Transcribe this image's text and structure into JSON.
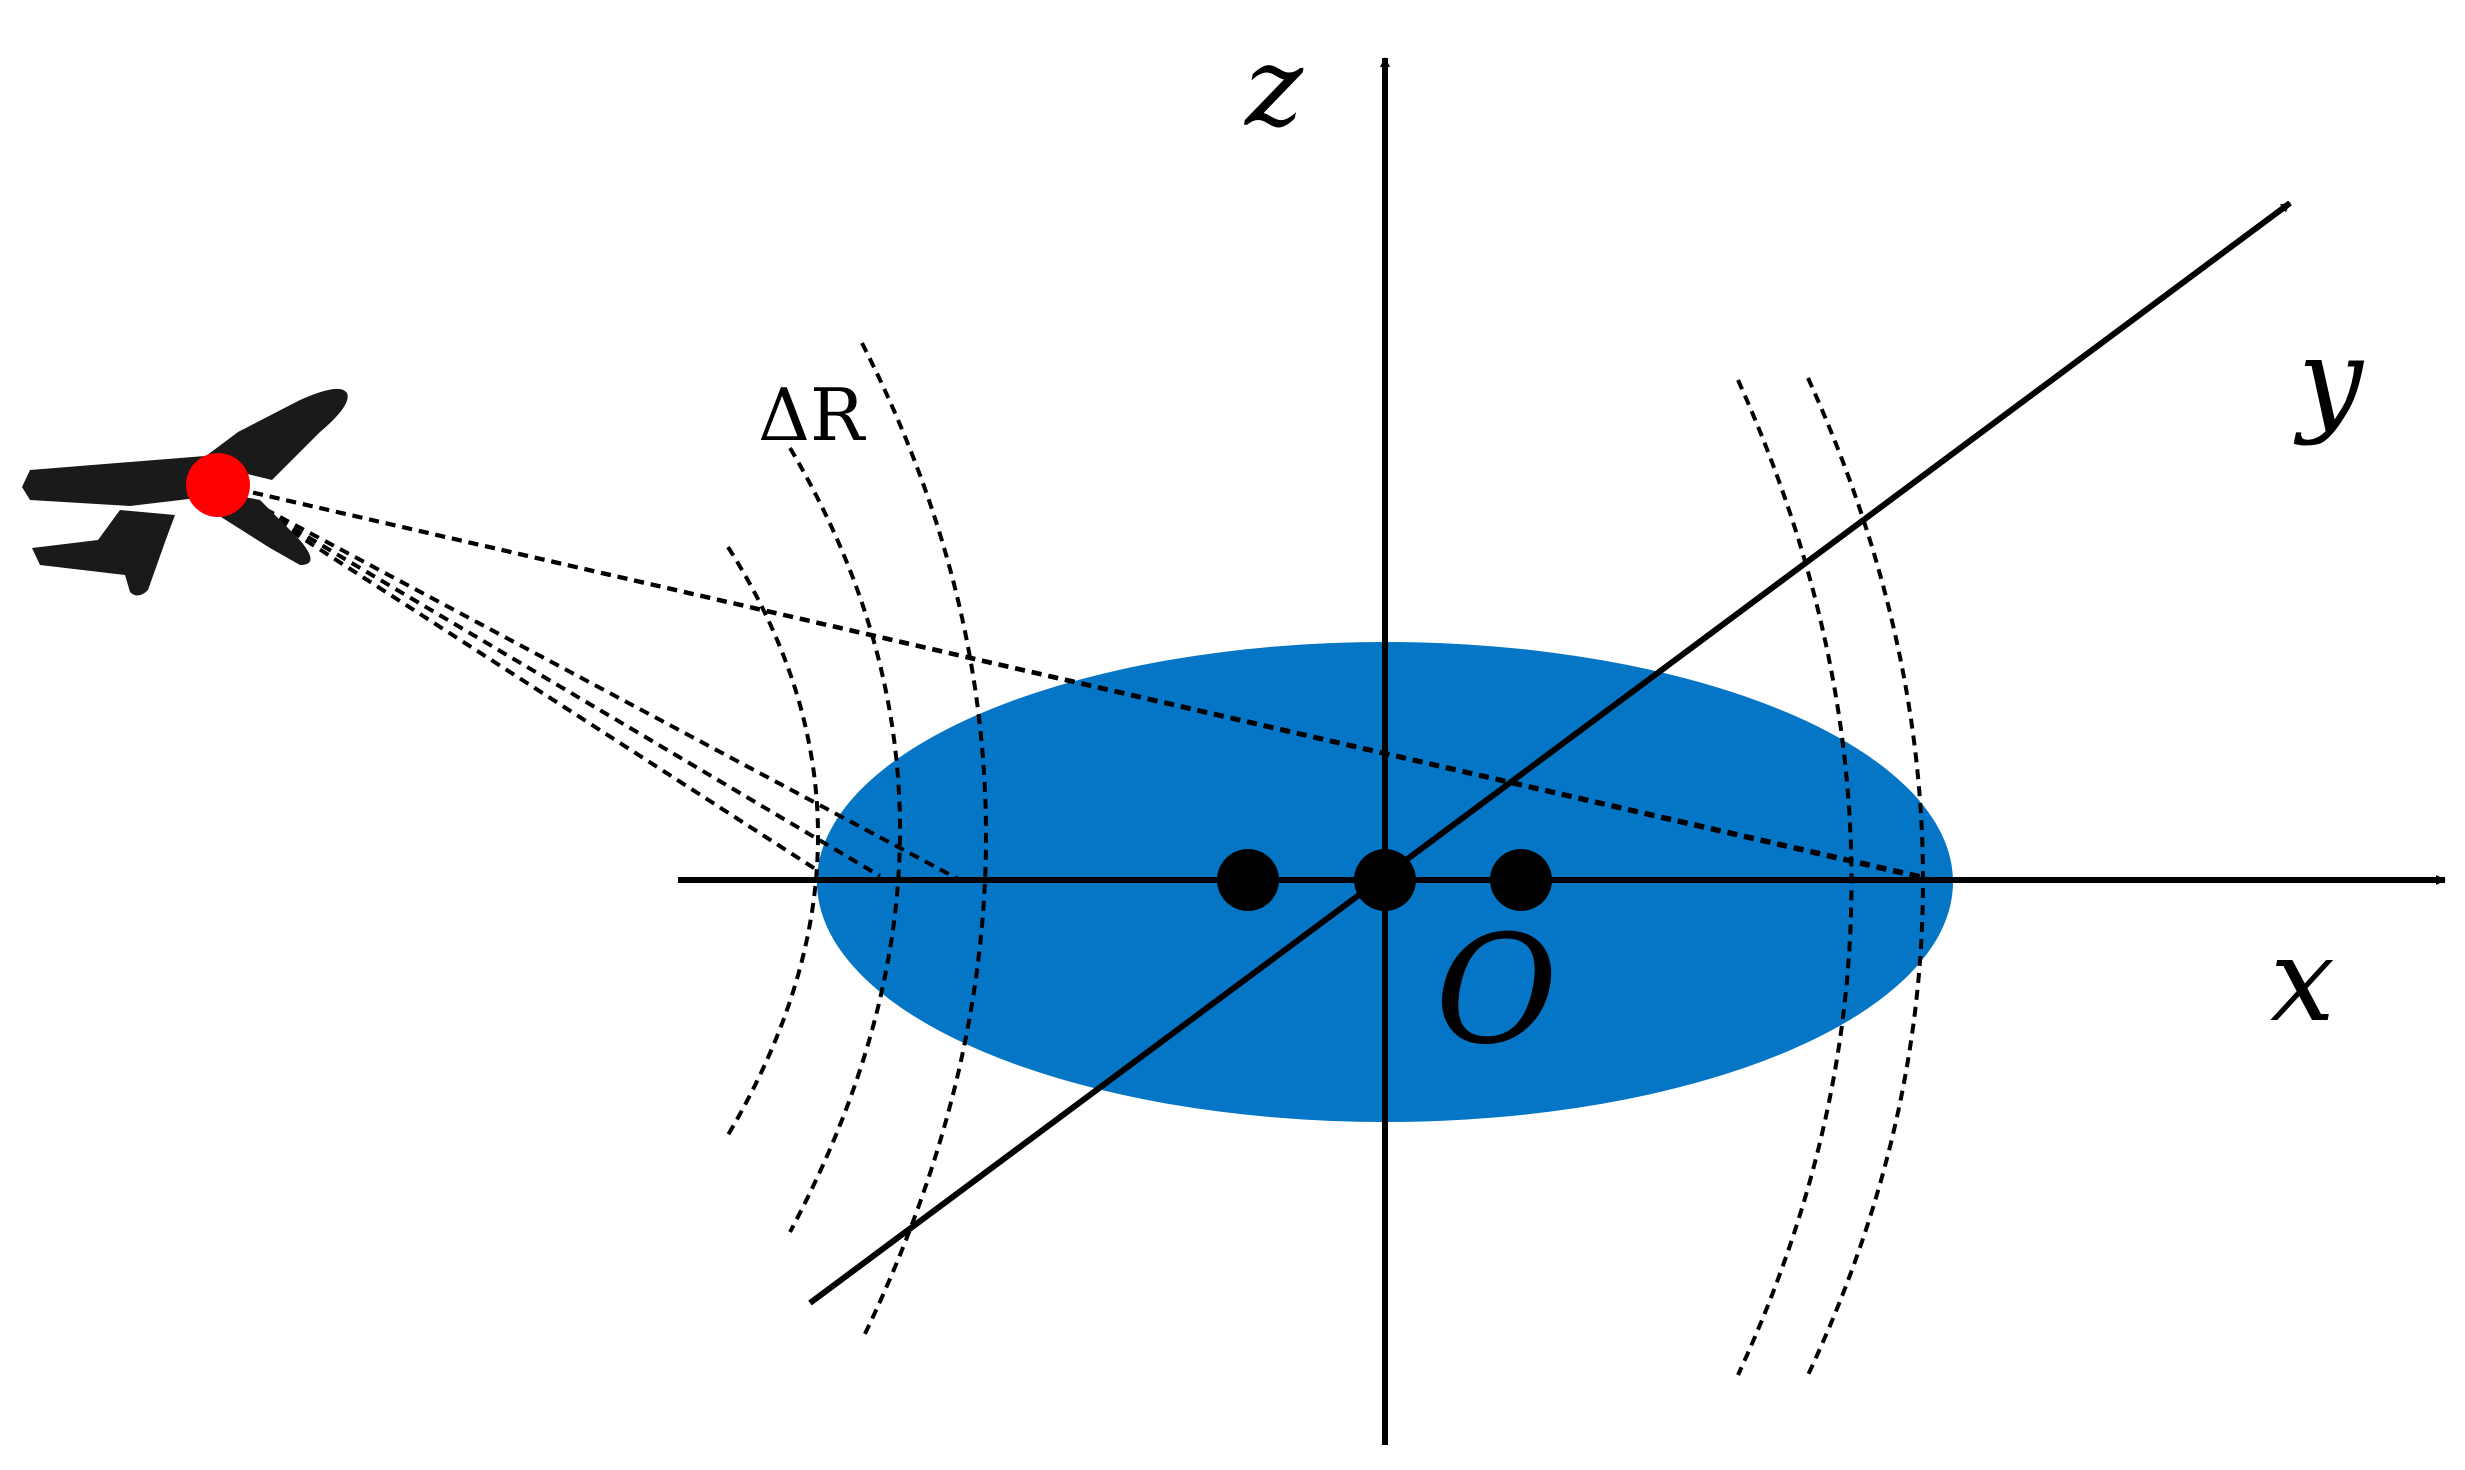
{
  "labels": {
    "z_axis": "z",
    "y_axis": "y",
    "x_axis": "x",
    "origin": "O",
    "range_resolution": "ΔR"
  },
  "icons": {
    "aircraft": "airplane-icon",
    "radar_phase_center": "red-dot-marker"
  },
  "colors": {
    "ground_patch": "#0575c6",
    "radar_marker": "#ff0000",
    "ink": "#000000"
  }
}
